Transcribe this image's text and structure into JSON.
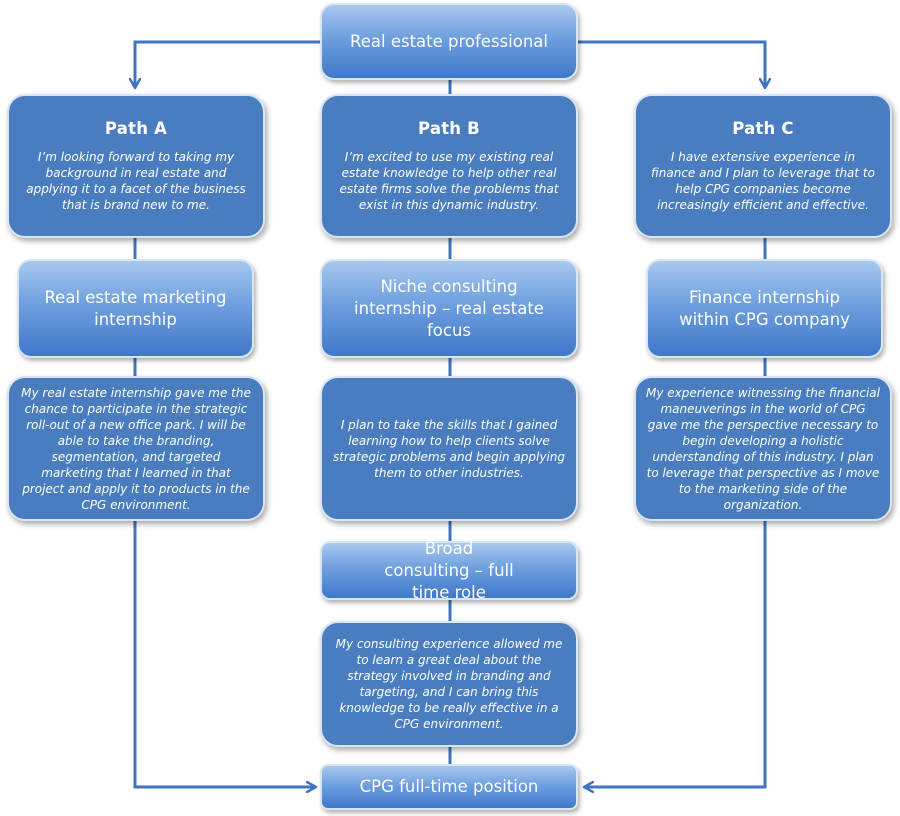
{
  "root": {
    "label": "Real estate professional"
  },
  "paths": [
    {
      "title": "Path A",
      "description": "I’m looking forward to taking my background in real estate and applying it to a facet of the business that is brand new to me.",
      "internship": "Real estate marketing internship",
      "reflection": "My real estate internship gave me the chance to participate in the strategic roll-out of a new office park. I will be able to take the branding, segmentation, and targeted marketing that I learned in that project and apply it to products in the CPG environment."
    },
    {
      "title": "Path B",
      "description": "I’m excited to use my existing real estate knowledge to help other real estate firms solve the problems that exist in this dynamic industry.",
      "internship": "Niche consulting internship – real estate focus",
      "reflection": "I plan to take the skills that I gained learning how to help clients solve strategic problems and begin applying them to other industries.",
      "role": "Broad consulting – full time role",
      "role_reflection": "My consulting experience allowed me to learn a great deal about the strategy involved in branding and targeting, and I can bring this knowledge to be really effective in a CPG environment."
    },
    {
      "title": "Path C",
      "description": "I have extensive experience in finance and I plan to leverage that to help CPG companies become increasingly efficient and effective.",
      "internship": "Finance internship within CPG company",
      "reflection": "My experience witnessing the financial maneuverings in the world of CPG gave me the perspective necessary to begin developing a holistic understanding of this industry. I plan to leverage that perspective as I move to the marketing side of the organization."
    }
  ],
  "goal": {
    "label": "CPG full-time position"
  },
  "colors": {
    "connector": "#3f74c2",
    "dark_box": "#4a7dc0",
    "light_box_top": "#a9c8ef",
    "light_box_bottom": "#3f78ca"
  }
}
